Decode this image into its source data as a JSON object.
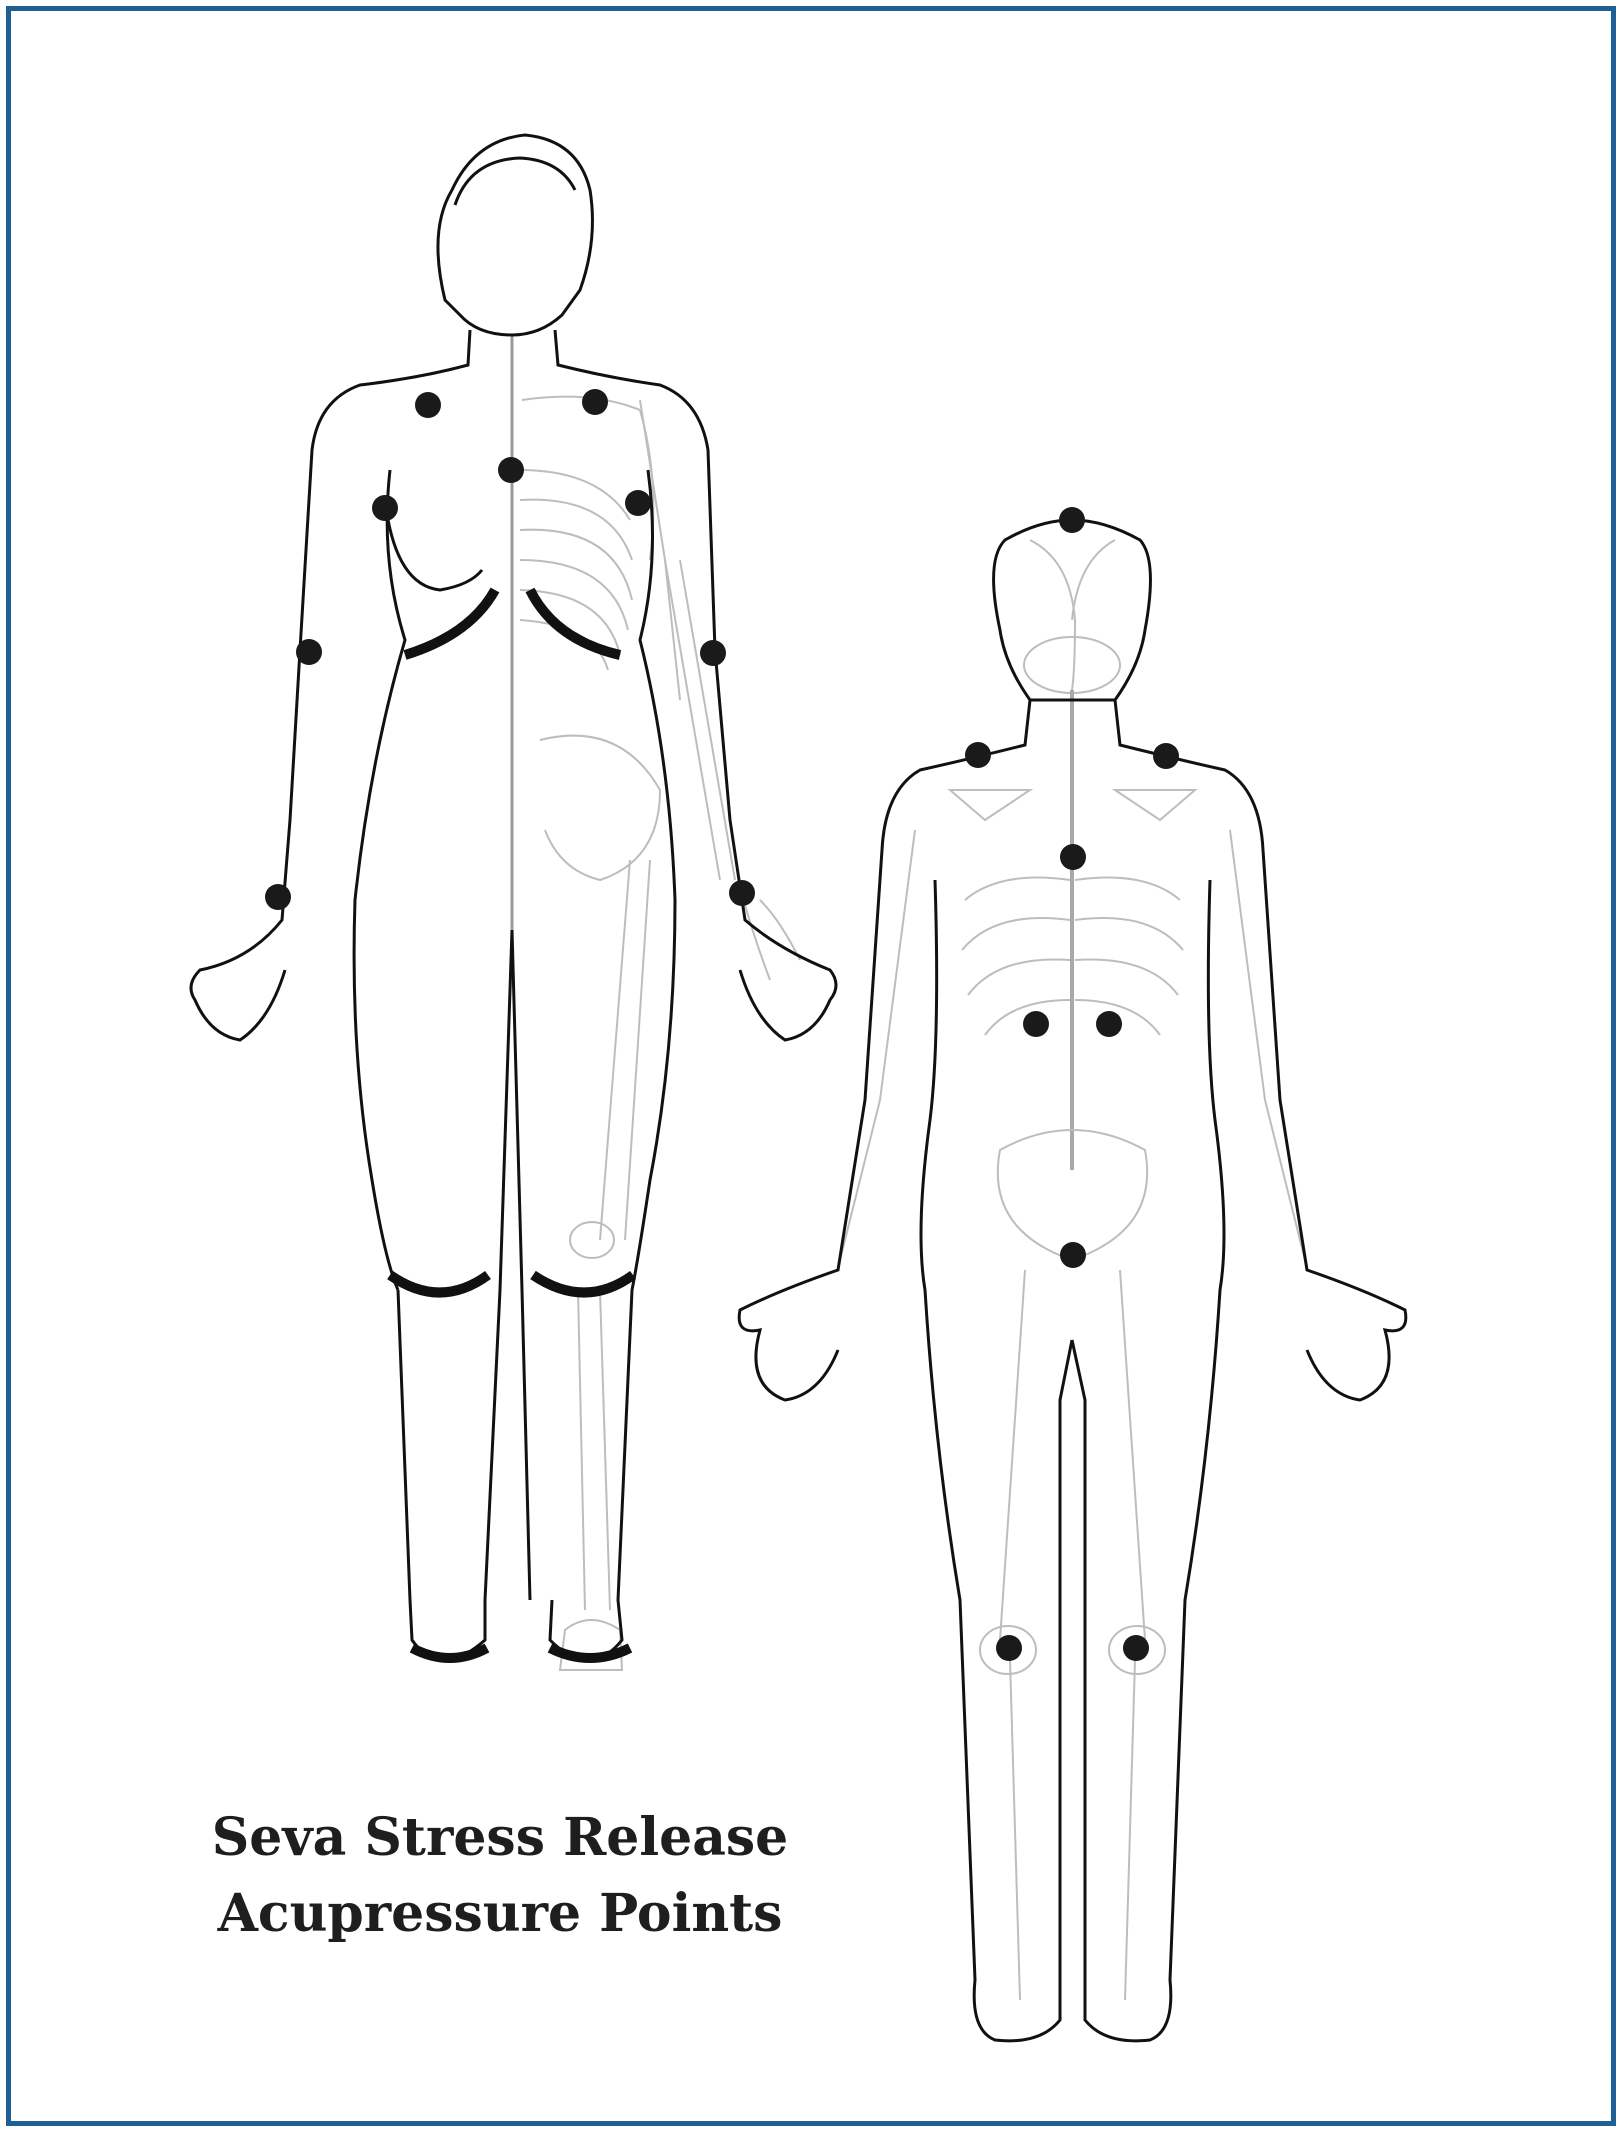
{
  "caption": {
    "line1": "Seva Stress Release",
    "line2": "Acupressure Points"
  },
  "colors": {
    "border": "#1f5f96",
    "outline": "#111111",
    "skeleton": "#bdbdbd",
    "point": "#1a1a1a"
  },
  "figures": {
    "front": "front-view-figure",
    "back": "back-view-figure"
  }
}
